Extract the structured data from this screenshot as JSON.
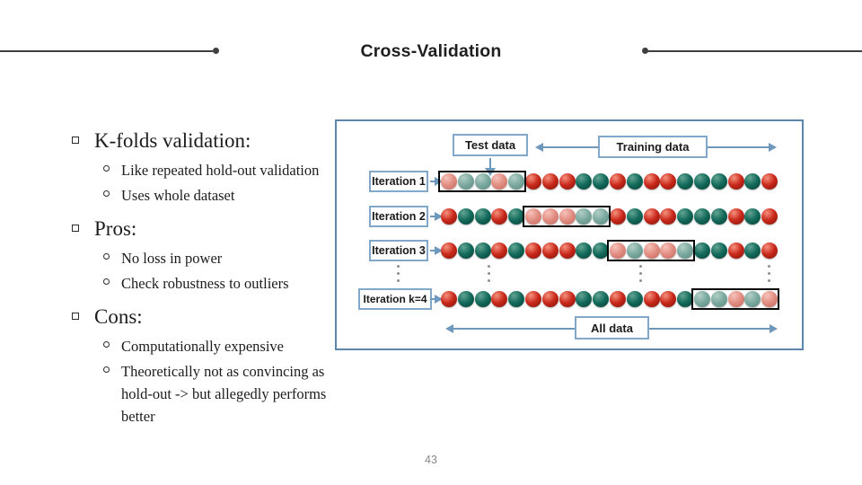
{
  "slide": {
    "title": "Cross-Validation",
    "page_number": "43"
  },
  "bullets": [
    {
      "label": "K-folds validation:",
      "subs": [
        "Like repeated hold-out validation",
        "Uses whole dataset"
      ]
    },
    {
      "label": "Pros:",
      "subs": [
        "No loss in power",
        "Check robustness to outliers"
      ]
    },
    {
      "label": "Cons:",
      "subs": [
        "Computationally expensive",
        "Theoretically not as convincing as hold-out -> but allegedly performs better"
      ]
    }
  ],
  "diagram": {
    "test_data_label": "Test data",
    "training_data_label": "Training data",
    "all_data_label": "All data",
    "rows": [
      {
        "label": "Iteration 1",
        "test_fold": 0
      },
      {
        "label": "Iteration 2",
        "test_fold": 1
      },
      {
        "label": "Iteration 3",
        "test_fold": 2
      },
      {
        "label": "Iteration k=4",
        "test_fold": 3
      }
    ],
    "ball_pattern": [
      "red",
      "teal",
      "teal",
      "red",
      "teal",
      "red",
      "red",
      "red",
      "teal",
      "teal",
      "red",
      "teal",
      "red",
      "red",
      "teal",
      "teal",
      "teal",
      "red",
      "teal",
      "red"
    ],
    "colors": {
      "red": "#c9281a",
      "teal": "#136a5b",
      "red_faded": "#e28d82",
      "teal_faded": "#7ba99f",
      "arrow": "#6f98bd",
      "frame_border": "#5c87ac",
      "label_border": "#82a8c9",
      "highlight": "#0b0b0b"
    }
  }
}
